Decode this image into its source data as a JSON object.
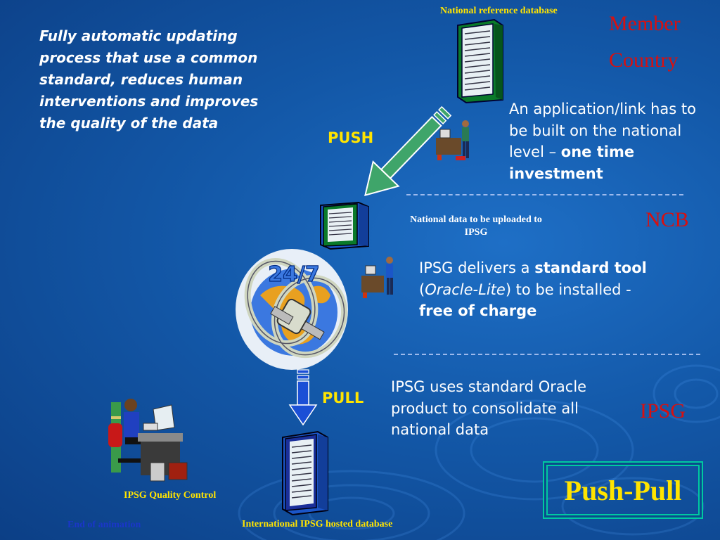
{
  "top_left_text": "Fully automatic updating process that use a common standard, reduces human interventions and improves the quality of the data",
  "labels": {
    "national_reference_db": "National reference database",
    "member_country": "Member Country",
    "push": "PUSH",
    "ncb": "NCB",
    "national_data_upload": "National  data  to be uploaded to IPSG",
    "pull": "PULL",
    "ipsg_region": "IPSG",
    "ipsg_quality_control": "IPSG Quality Control",
    "international_db": "International IPSG hosted database",
    "end_of_animation": "End of animation",
    "badge": "24/7"
  },
  "app_link_text": {
    "plain": "An application/link has to be built on the national level – ",
    "bold": "one time investment"
  },
  "tool_text": {
    "part1": "IPSG  delivers a ",
    "bold1": "standard tool",
    "part2": " (",
    "italic": "Oracle-Lite",
    "part3": ") to be installed  - ",
    "bold2": "free of charge"
  },
  "consolidate_text": "IPSG uses standard Oracle product to consolidate all national data",
  "title_box": "Push-Pull",
  "colors": {
    "accent_yellow": "#ffe400",
    "label_red": "#d81010",
    "arrow_green": "#3fa56a",
    "arrow_blue": "#1b4fd6"
  }
}
